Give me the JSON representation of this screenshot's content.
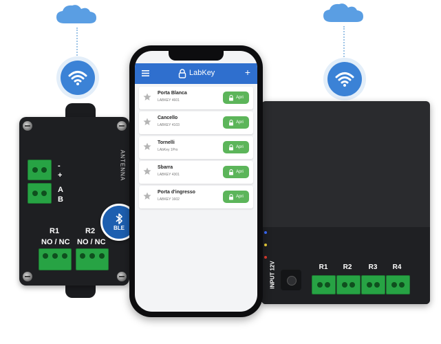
{
  "app": {
    "title": "LabKey",
    "menu_icon": "hamburger-menu-icon",
    "add_icon": "plus-icon",
    "logo_icon": "labkey-logo-icon",
    "accent_color": "#2f6fce",
    "button_color": "#5cb55a"
  },
  "doors": [
    {
      "name": "Porta Blanca",
      "id": "LABKEY 4601",
      "button": "Apri"
    },
    {
      "name": "Cancello",
      "id": "LABKEY 4103",
      "button": "Apri"
    },
    {
      "name": "Tornelli",
      "id": "LAbKey 1Pro",
      "button": "Apri"
    },
    {
      "name": "Sbarra",
      "id": "LABKEY 4301",
      "button": "Apri"
    },
    {
      "name": "Porta d'ingresso",
      "id": "LABKEY 1602",
      "button": "Apri"
    }
  ],
  "left_module": {
    "antenna": "ANTENNA",
    "rs485_labels": [
      "-",
      "+",
      "A",
      "B"
    ],
    "relay1": "R1",
    "relay1_type": "NO / NC",
    "relay2": "R2",
    "relay2_type": "NO / NC",
    "ble_badge": "BLE",
    "ble_icon": "bluetooth-icon"
  },
  "right_module": {
    "input": "INPUT 12V",
    "relays": [
      "R1",
      "R2",
      "R3",
      "R4"
    ],
    "led_colors": [
      "#3b6cff",
      "#f0d23a",
      "#e23b2e"
    ]
  },
  "cloud_icon": "cloud-icon",
  "wifi_icon": "wifi-icon"
}
